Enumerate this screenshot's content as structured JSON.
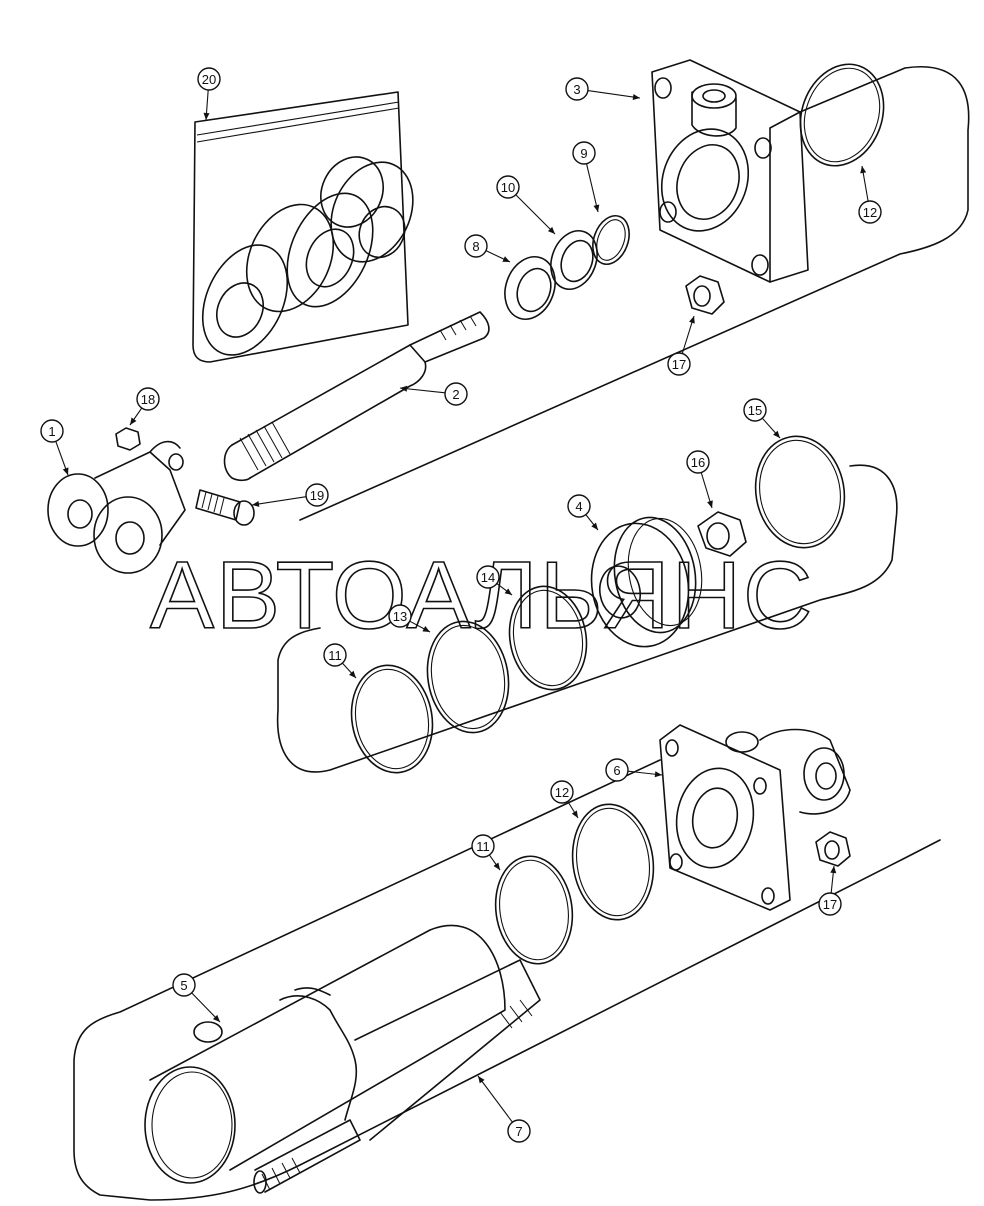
{
  "watermark": "АВТОАЛЬЯНС",
  "callouts": [
    {
      "id": "c20",
      "label": "20"
    },
    {
      "id": "c3",
      "label": "3"
    },
    {
      "id": "c12a",
      "label": "12"
    },
    {
      "id": "c9",
      "label": "9"
    },
    {
      "id": "c10",
      "label": "10"
    },
    {
      "id": "c8",
      "label": "8"
    },
    {
      "id": "c17a",
      "label": "17"
    },
    {
      "id": "c2",
      "label": "2"
    },
    {
      "id": "c18",
      "label": "18"
    },
    {
      "id": "c1",
      "label": "1"
    },
    {
      "id": "c19",
      "label": "19"
    },
    {
      "id": "c15",
      "label": "15"
    },
    {
      "id": "c16",
      "label": "16"
    },
    {
      "id": "c4",
      "label": "4"
    },
    {
      "id": "c14",
      "label": "14"
    },
    {
      "id": "c13",
      "label": "13"
    },
    {
      "id": "c11a",
      "label": "11"
    },
    {
      "id": "c6",
      "label": "6"
    },
    {
      "id": "c12b",
      "label": "12"
    },
    {
      "id": "c11b",
      "label": "11"
    },
    {
      "id": "c17b",
      "label": "17"
    },
    {
      "id": "c5",
      "label": "5"
    },
    {
      "id": "c7",
      "label": "7"
    }
  ]
}
